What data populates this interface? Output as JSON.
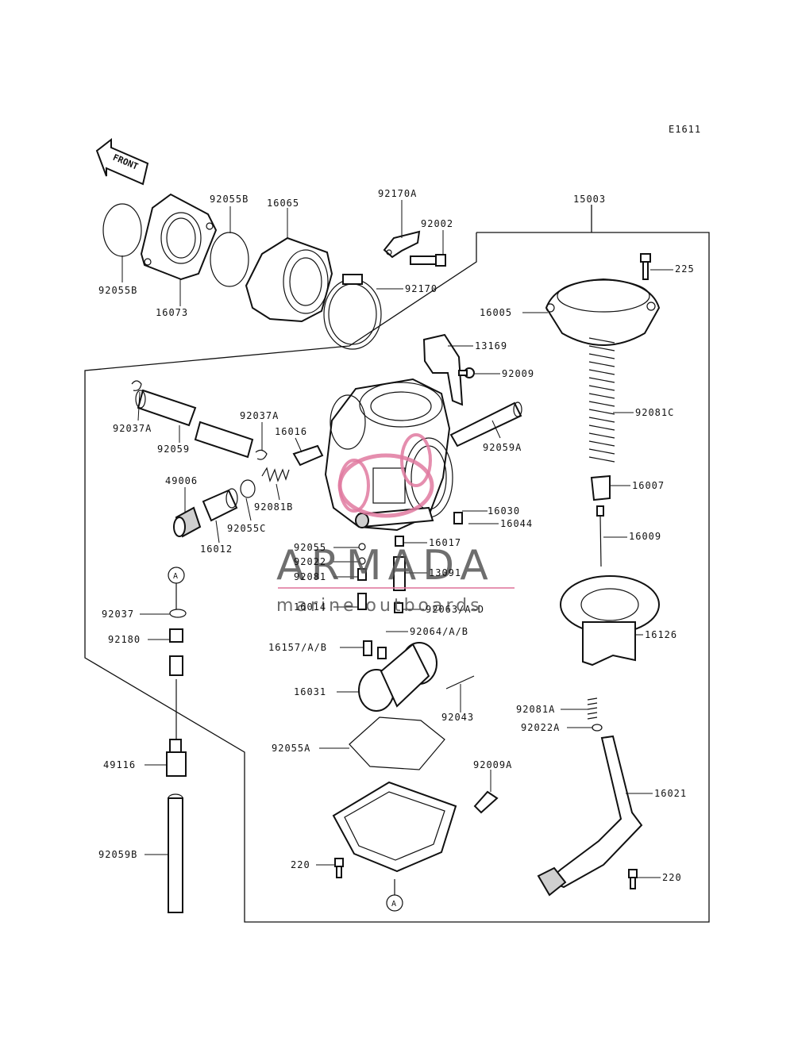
{
  "diagram_code": "E1611",
  "front_label": "FRONT",
  "watermark": {
    "title": "ARMADA",
    "subtitle": "marine outboards",
    "accent_color": "#e07aa0",
    "text_color": "#555555"
  },
  "callout_letter": "A",
  "labels": {
    "p15003": "15003",
    "p225": "225",
    "p16005": "16005",
    "p92081C": "92081C",
    "p16007": "16007",
    "p16009": "16009",
    "p16126": "16126",
    "p92055B_top": "92055B",
    "p92055B": "92055B",
    "p16065": "16065",
    "p16073": "16073",
    "p92170A": "92170A",
    "p92002": "92002",
    "p92170": "92170",
    "p13169": "13169",
    "p92009": "92009",
    "p92059A": "92059A",
    "p92037A_left": "92037A",
    "p92059": "92059",
    "p92037A": "92037A",
    "p16016": "16016",
    "p49006": "49006",
    "p92081B": "92081B",
    "p92055C": "92055C",
    "p16012": "16012",
    "p16030": "16030",
    "p16044": "16044",
    "p16017": "16017",
    "p92055": "92055",
    "p92022": "92022",
    "p13091": "13091",
    "p92081": "92081",
    "p16014": "16014",
    "p92063": "92063/A~D",
    "p92064": "92064/A/B",
    "p16157": "16157/A/B",
    "p92037": "92037",
    "p92180": "92180",
    "p16031": "16031",
    "p92043": "92043",
    "p92081A": "92081A",
    "p92022A": "92022A",
    "p92055A": "92055A",
    "p92009A": "92009A",
    "p16021": "16021",
    "p49116": "49116",
    "p92059B": "92059B",
    "p220_left": "220",
    "p220_right": "220"
  }
}
